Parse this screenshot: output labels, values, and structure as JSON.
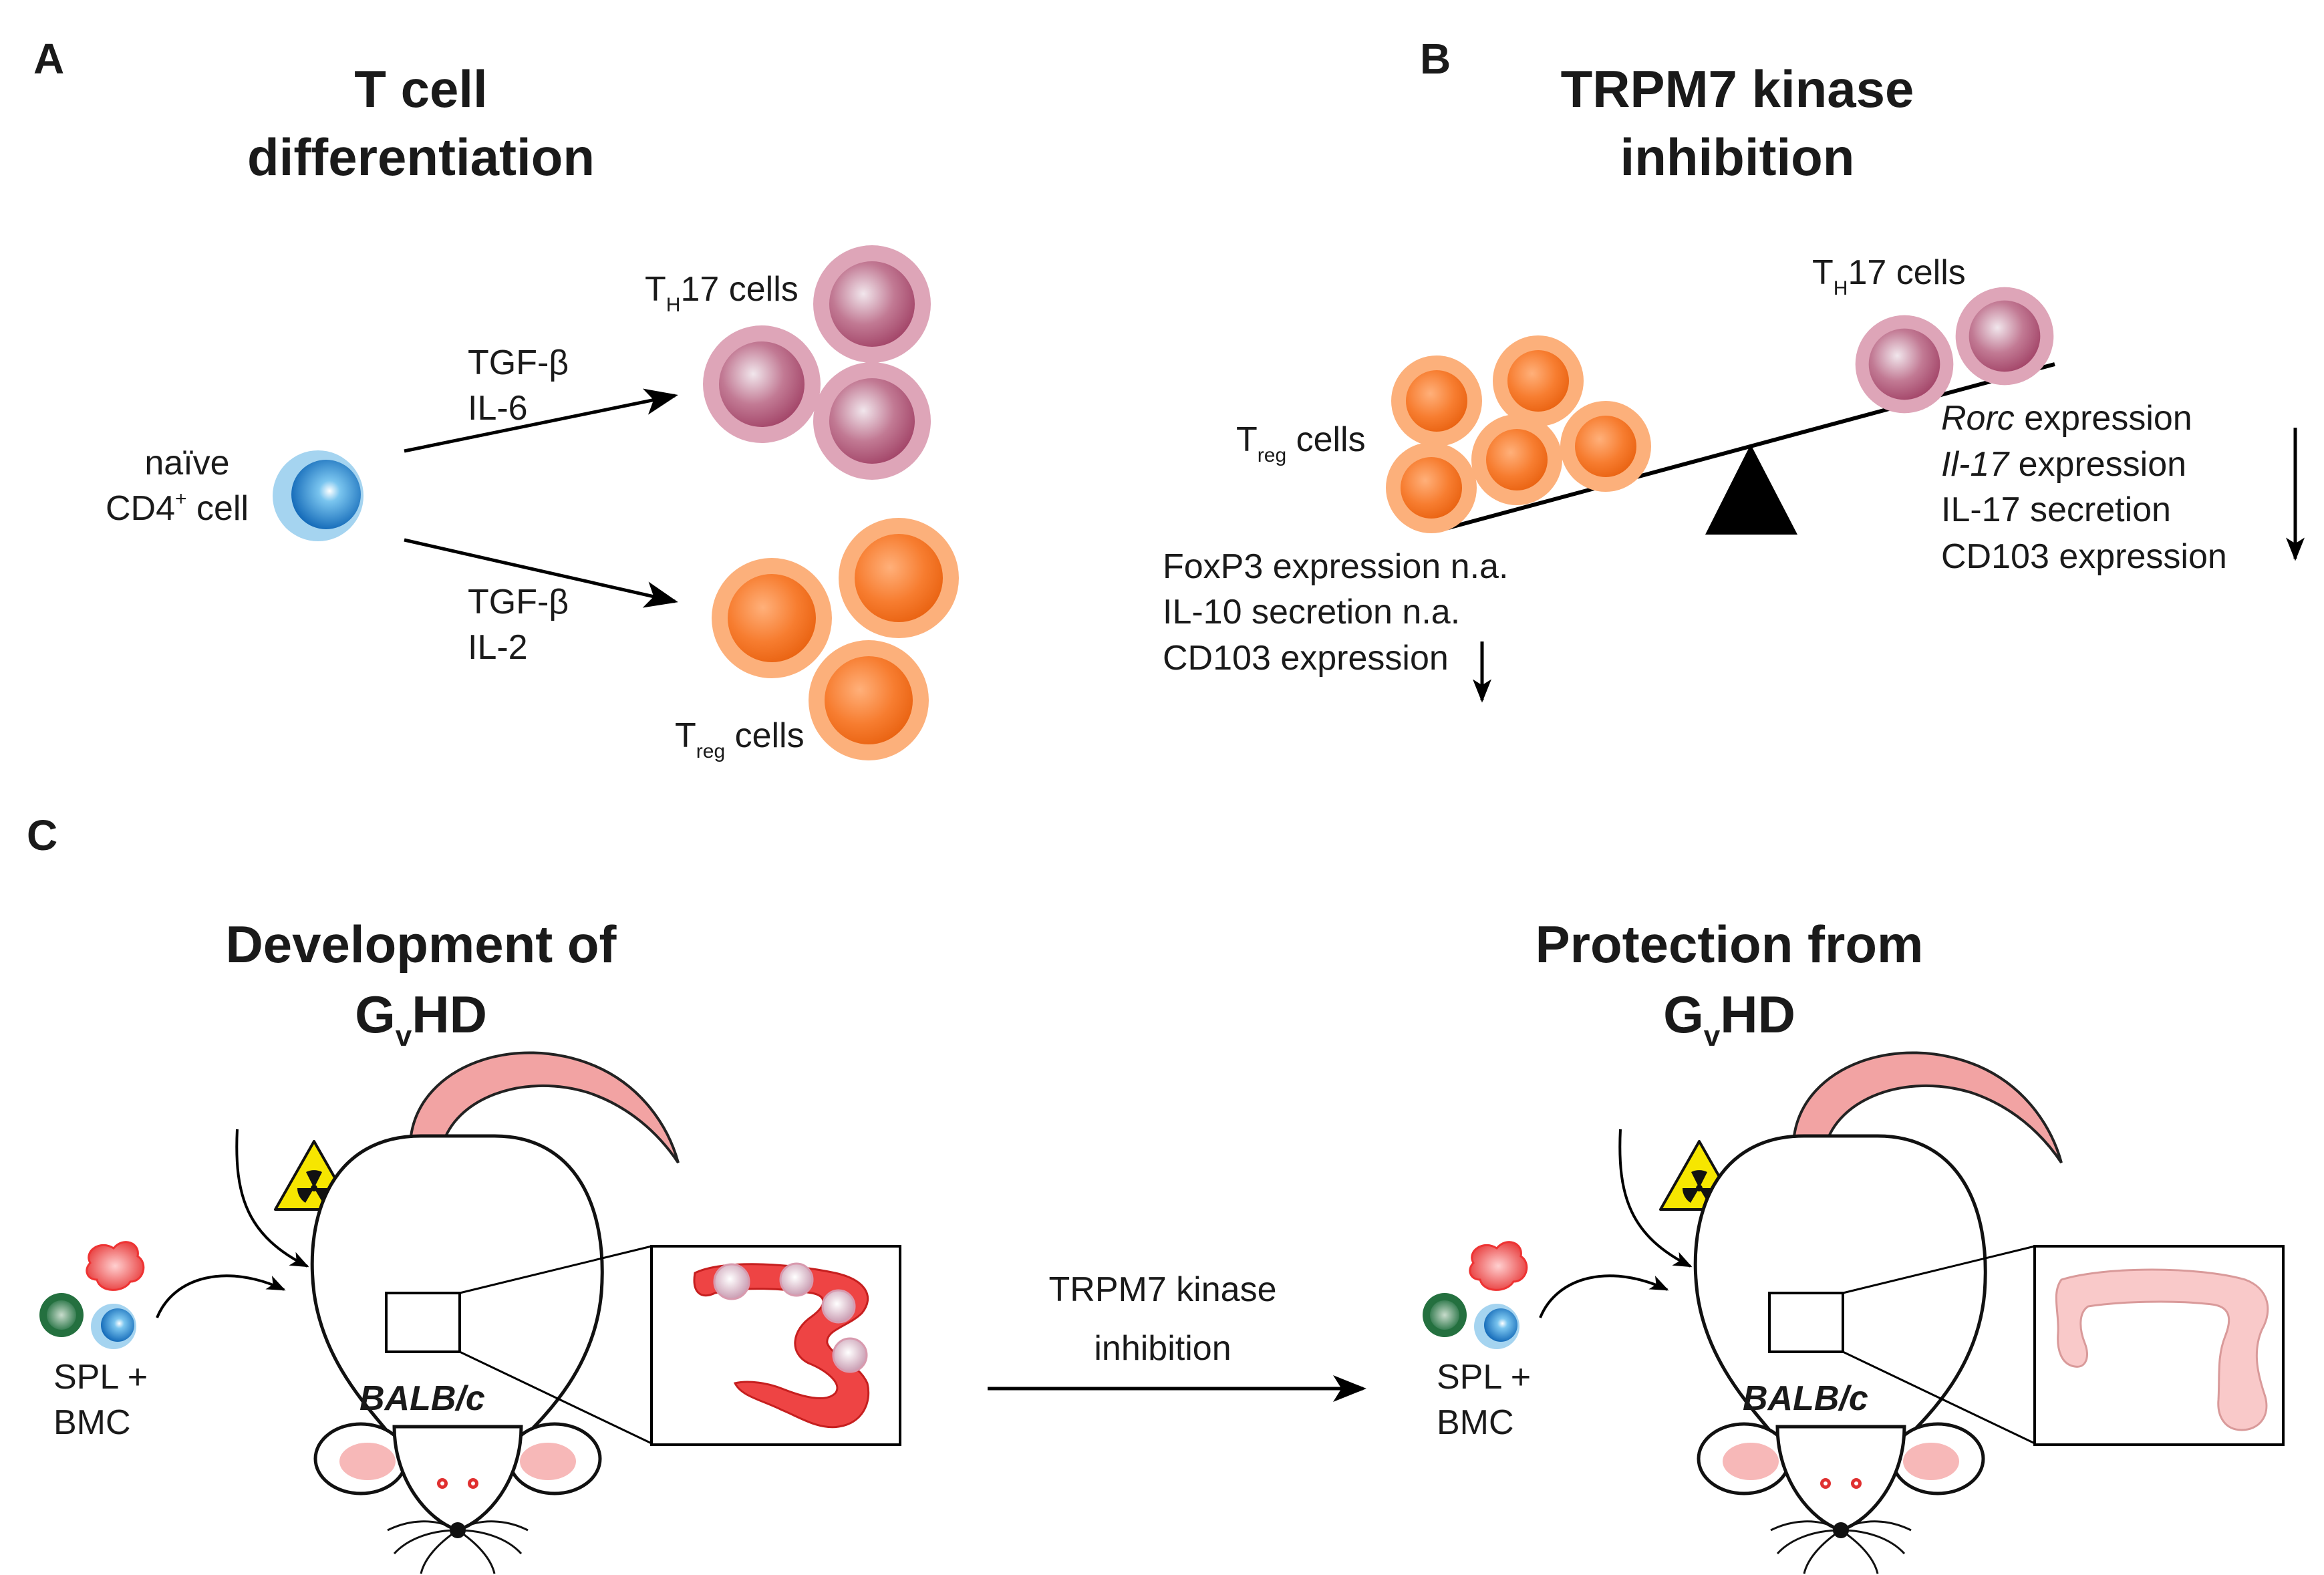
{
  "panel_a": {
    "letter": "A",
    "title_line1": "T cell",
    "title_line2": "differentiation",
    "naive_line1": "naïve",
    "naive_line2_main": "CD4",
    "naive_line2_sup": "+",
    "naive_line2_rest": " cell",
    "th17_main": "T",
    "th17_sub": "H",
    "th17_rest": "17 cells",
    "treg_main": "T",
    "treg_sub": "reg",
    "treg_rest": " cells",
    "arrow_up_line1": "TGF-β",
    "arrow_up_line2": "IL-6",
    "arrow_down_line1": "TGF-β",
    "arrow_down_line2": "IL-2"
  },
  "panel_b": {
    "letter": "B",
    "title_line1": "TRPM7 kinase",
    "title_line2": "inhibition",
    "treg_main": "T",
    "treg_sub": "reg",
    "treg_rest": " cells",
    "th17_main": "T",
    "th17_sub": "H",
    "th17_rest": "17 cells",
    "left_list": [
      "FoxP3 expression n.a.",
      "IL-10 secretion n.a.",
      "CD103 expression"
    ],
    "right_italic_1": "Rorc",
    "right_rest_1": " expression",
    "right_italic_2": "Il-17",
    "right_rest_2": " expression",
    "right_line_3": "IL-17 secretion",
    "right_line_4": "CD103 expression"
  },
  "panel_c": {
    "letter": "C",
    "left_title_line1": "Development of",
    "left_title_main": "G",
    "left_title_sub": "v",
    "left_title_rest": "HD",
    "right_title_line1": "Protection from",
    "right_title_main": "G",
    "right_title_sub": "v",
    "right_title_rest": "HD",
    "cells_line1": "SPL +",
    "cells_line2": "BMC",
    "mouse_label": "BALB/c",
    "arrow_line1": "TRPM7 kinase",
    "arrow_line2": "inhibition"
  },
  "colors": {
    "th17_outer": "#dca3b5",
    "th17_inner": "#b85b7b",
    "treg_outer": "#fbb07a",
    "treg_inner": "#f47a2a",
    "naive_outer": "#9fd0ee",
    "naive_inner": "#1673bd",
    "colon_diseased": "#ee4444",
    "colon_healthy": "#f9c9c9",
    "tail": "#f2a0a0"
  }
}
